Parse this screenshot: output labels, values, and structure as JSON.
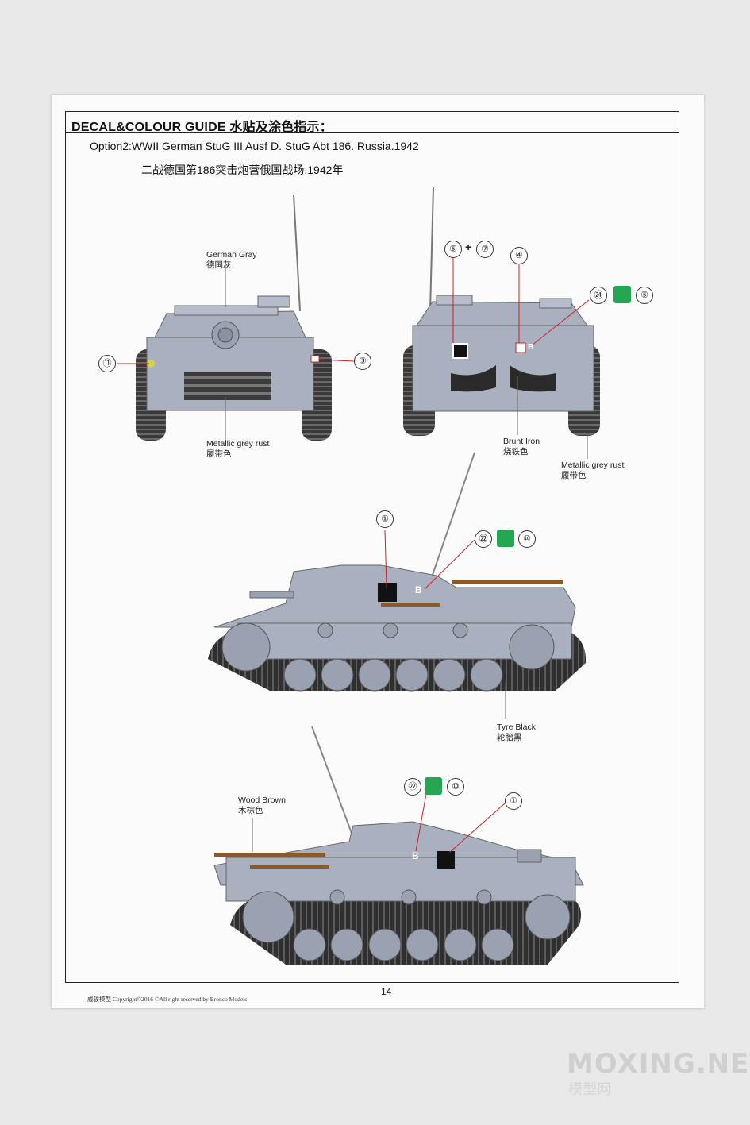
{
  "header": {
    "title": "DECAL&COLOUR GUIDE 水贴及涂色指示：",
    "option_en": "Option2:WWII German StuG III Ausf D. StuG Abt 186. Russia.1942",
    "option_cn": "二战德国第186突击炮营俄国战场,1942年"
  },
  "labels": {
    "german_gray_en": "German Gray",
    "german_gray_cn": "德国灰",
    "metallic_en": "Metallic grey rust",
    "metallic_cn": "履带色",
    "brunt_iron_en": "Brunt Iron",
    "brunt_iron_cn": "烧铁色",
    "metallic2_en": "Metallic grey rust",
    "metallic2_cn": "履带色",
    "tyre_black_en": "Tyre Black",
    "tyre_black_cn": "轮胎黑",
    "wood_brown_en": "Wood Brown",
    "wood_brown_cn": "木棕色"
  },
  "callouts": {
    "c11": "⑪",
    "c3": "③",
    "c6": "⑥",
    "plus": "+",
    "c7": "⑦",
    "c4": "④",
    "c24": "㉔",
    "c5": "⑤",
    "c1a": "①",
    "c22a": "㉒",
    "c10a": "⑩",
    "c22b": "㉒",
    "c10b": "⑩",
    "c1b": "①"
  },
  "decal_marks": {
    "letter": "B"
  },
  "footer": {
    "left": "威骏模型  Copyright©2016  ©All right reserved by Bronco Models",
    "page_number": "14"
  },
  "watermark": {
    "brand": "MOXING.NET",
    "cn": "模型网"
  },
  "colors": {
    "german_gray": "#a9b0bf",
    "track": "#3a3a3a",
    "wood_brown": "#8b5a2b",
    "callout_red": "#d42020",
    "badge_green": "#24a653"
  }
}
